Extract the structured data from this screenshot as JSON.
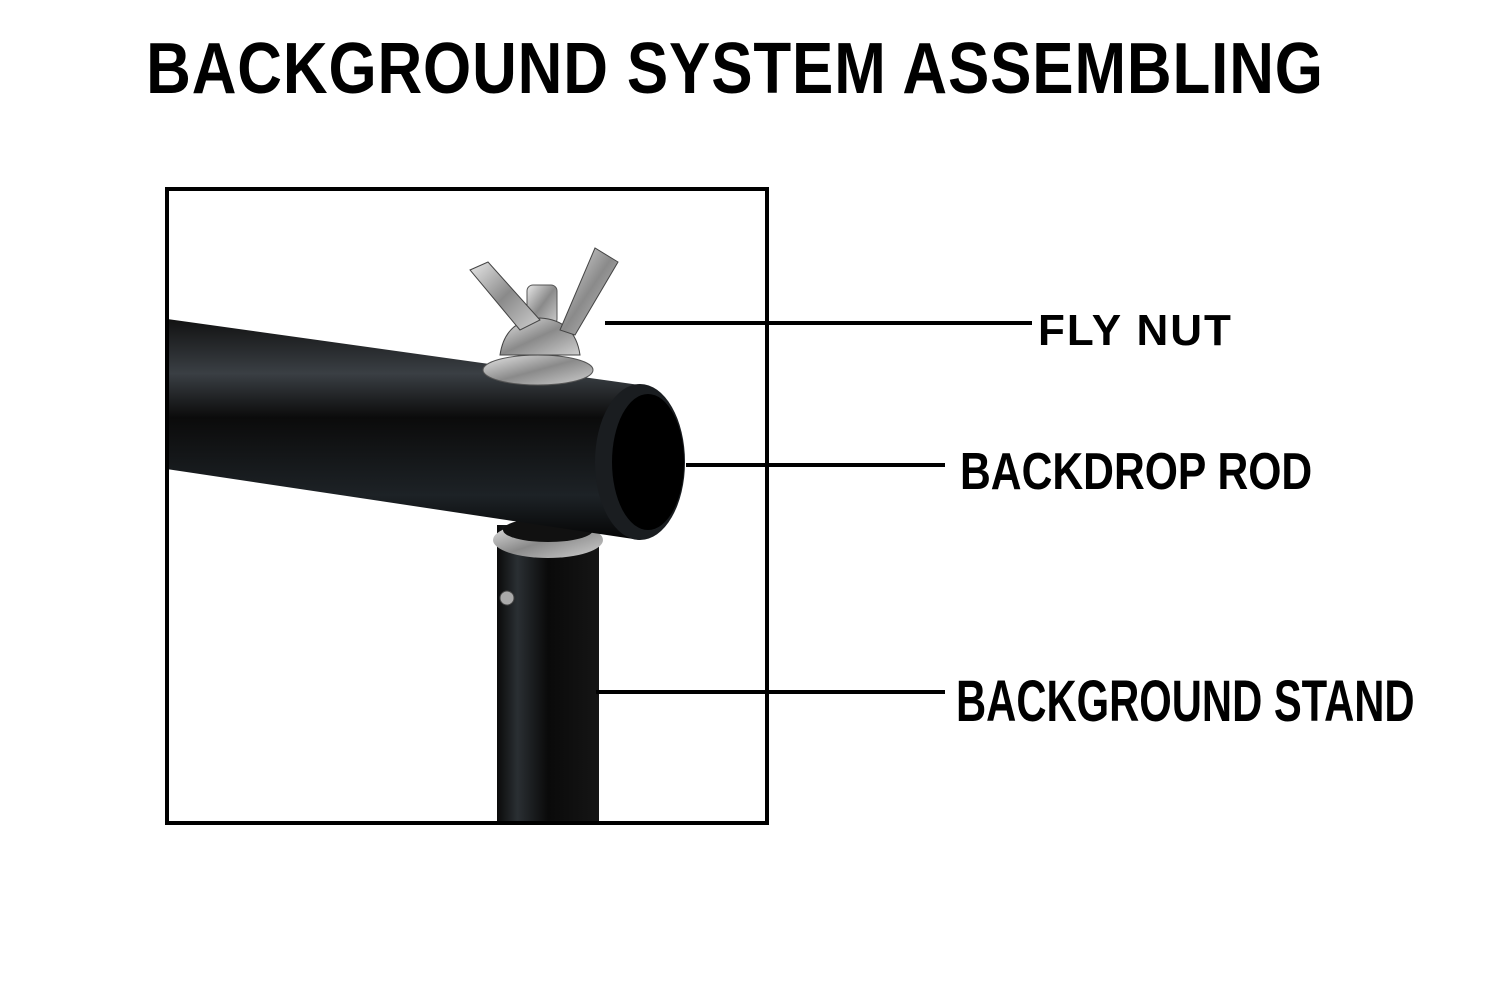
{
  "title": "BACKGROUND SYSTEM ASSEMBLING",
  "labels": {
    "fly_nut": "FLY NUT",
    "backdrop_rod": "BACKDROP ROD",
    "background_stand": "BACKGROUND STAND"
  }
}
